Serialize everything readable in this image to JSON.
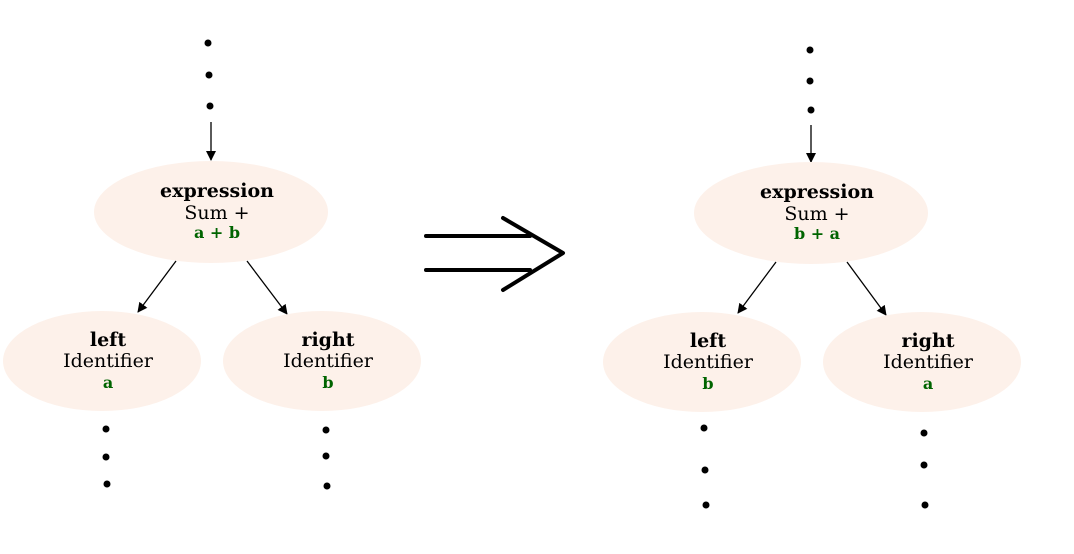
{
  "colors": {
    "node_fill": "#fdf1ea",
    "code_text": "#006400",
    "edge": "#000000"
  },
  "before": {
    "root": {
      "role": "expression",
      "kind": "Sum +",
      "code": "a + b"
    },
    "left": {
      "role": "left",
      "kind": "Identifier",
      "code": "a"
    },
    "right": {
      "role": "right",
      "kind": "Identifier",
      "code": "b"
    }
  },
  "after": {
    "root": {
      "role": "expression",
      "kind": "Sum +",
      "code": "b + a"
    },
    "left": {
      "role": "left",
      "kind": "Identifier",
      "code": "b"
    },
    "right": {
      "role": "right",
      "kind": "Identifier",
      "code": "a"
    }
  },
  "transform_arrow": "double-arrow-icon"
}
